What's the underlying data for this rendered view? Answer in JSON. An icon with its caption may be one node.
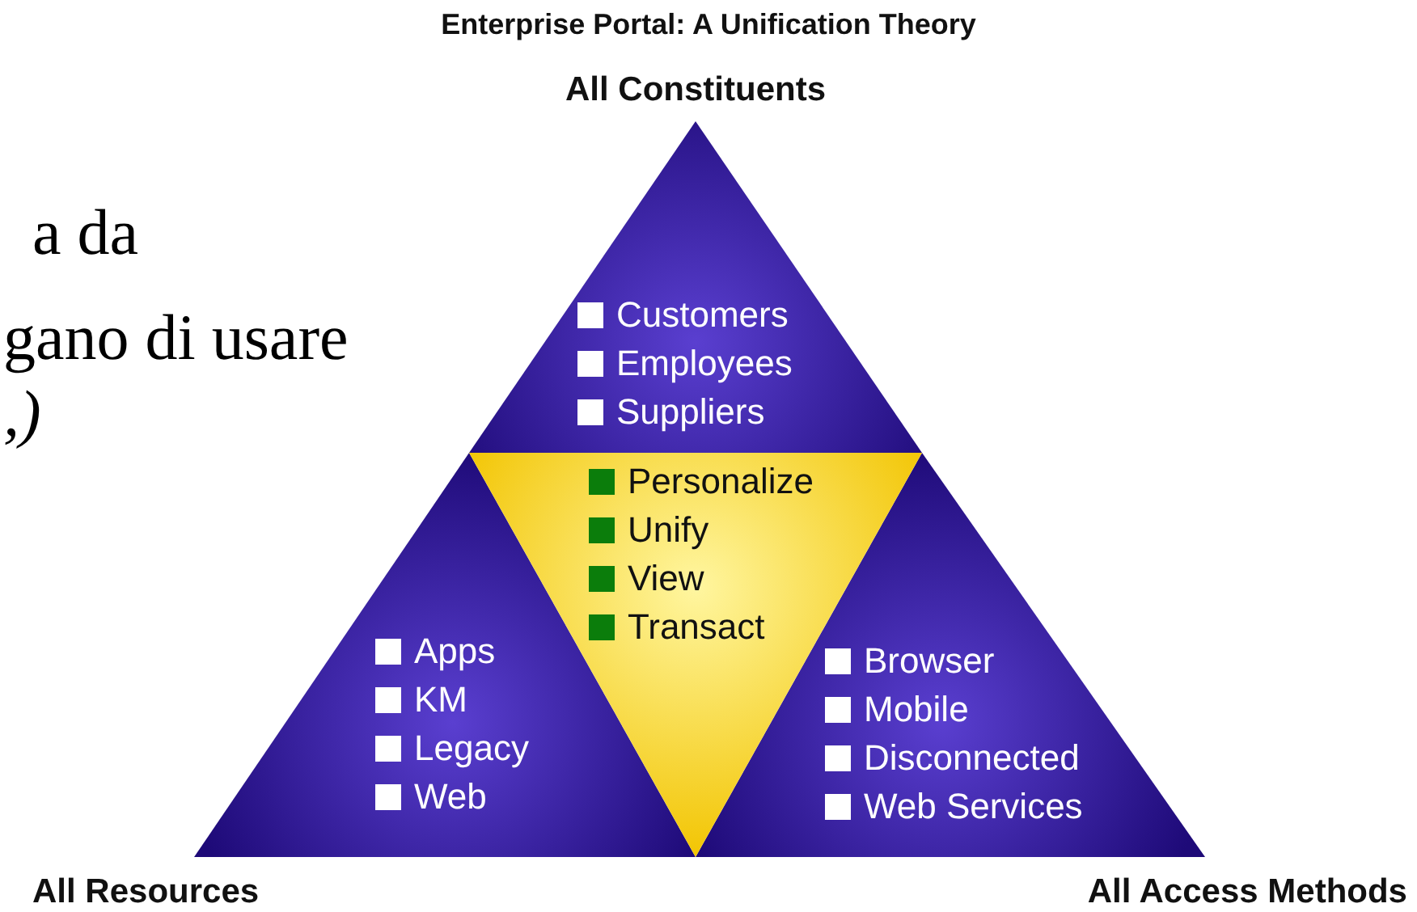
{
  "diagram": {
    "title": "Enterprise Portal: A Unification Theory",
    "nodes": [
      {
        "text": [
          "All Constituents",
          "Customers",
          "Employees",
          "Suppliers"
        ]
      },
      {
        "text": [
          "All Resources",
          "Apps",
          "KM",
          "Legacy",
          "Web"
        ]
      },
      {
        "text": [
          "All Access Methods",
          "Browser",
          "Mobile",
          "Disconnected",
          "Web Services"
        ]
      },
      {
        "text": [
          "Personalize",
          "Unify",
          "View",
          "Transact"
        ]
      }
    ],
    "edges": [],
    "labels": [
      "a da",
      "gano di usare",
      ",)"
    ]
  }
}
